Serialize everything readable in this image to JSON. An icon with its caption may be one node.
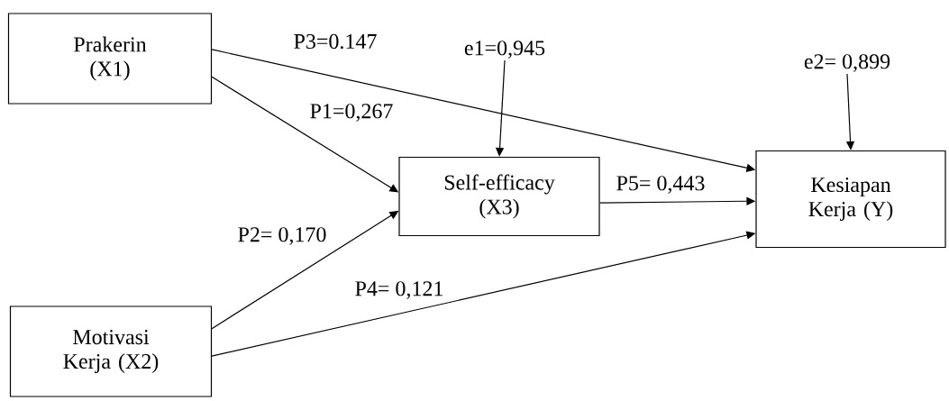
{
  "diagram": {
    "nodes": [
      {
        "text": [
          "Prakerin (X1)"
        ]
      },
      {
        "text": [
          "e1=0,945"
        ]
      },
      {
        "text": [
          "e2= 0,899"
        ]
      },
      {
        "text": [
          "Self-efficacy (X3)"
        ]
      },
      {
        "text": [
          "Kesiapan Kerja (Y)"
        ]
      },
      {
        "text": [
          "Motivasi Kerja (X2)"
        ]
      }
    ],
    "edges": [
      {
        "from": 0,
        "to": 3,
        "arrow": "to",
        "label": "P1=0,267"
      },
      {
        "from": 5,
        "to": 3,
        "arrow": "to",
        "label": "P2= 0,170"
      },
      {
        "from": 0,
        "to": 4,
        "arrow": "to",
        "label": "P3=0.147"
      },
      {
        "from": 5,
        "to": 4,
        "arrow": "to",
        "label": "P4= 0,121"
      },
      {
        "from": 3,
        "to": 4,
        "arrow": "to",
        "label": "P5= 0,443"
      },
      {
        "from": 1,
        "to": 3,
        "arrow": "to"
      },
      {
        "from": 2,
        "to": 4,
        "arrow": "to"
      }
    ]
  }
}
